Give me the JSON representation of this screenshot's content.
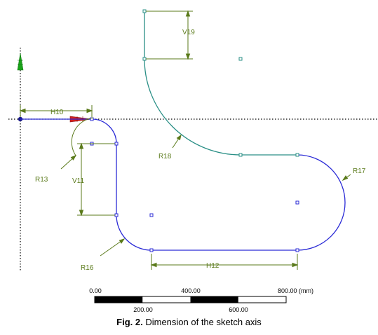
{
  "colors": {
    "curve_blue": "#2b2bd6",
    "curve_teal": "#2a8f86",
    "dimension_green": "#5a7a1a",
    "axis_black": "#000000",
    "axis_green_arrow": "#1aa31a",
    "axis_red_arrow": "#d42020"
  },
  "dimensions": {
    "h10": "H10",
    "v19": "V19",
    "r18": "R18",
    "r13": "R13",
    "v11": "V11",
    "r17": "R17",
    "r16": "R16",
    "h12": "H12"
  },
  "scale_bar": {
    "top_labels": [
      "0.00",
      "400.00",
      "800.00 (mm)"
    ],
    "bottom_labels": [
      "200.00",
      "600.00"
    ]
  },
  "caption": {
    "figure": "Fig. 2.",
    "text": " Dimension of the sketch axis"
  }
}
